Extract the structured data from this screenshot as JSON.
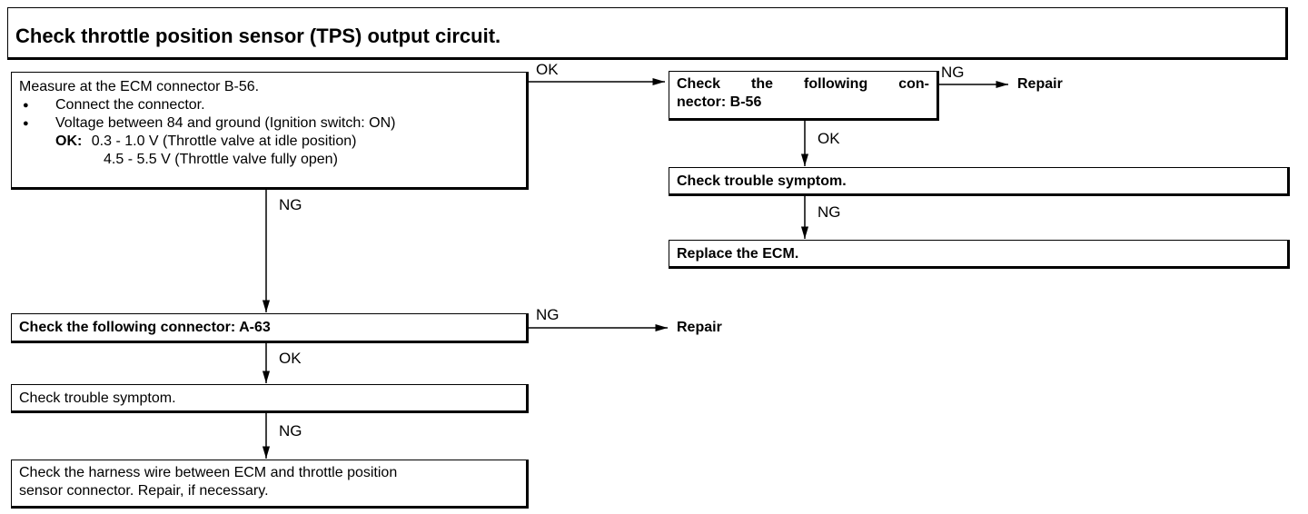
{
  "title": "Check throttle position sensor (TPS) output circuit.",
  "measure": {
    "heading": "Measure at the ECM connector B-56.",
    "bullets": [
      "Connect the connector.",
      "Voltage between 84 and ground (Ignition switch: ON)"
    ],
    "ok_label": "OK:",
    "ok_line1": "0.3 - 1.0 V (Throttle valve at idle position)",
    "ok_line2": "4.5 - 5.5 V (Throttle valve fully open)"
  },
  "right_branch": {
    "check_connector_line1": "Check the following con-",
    "check_connector_line2": "nector: B-56",
    "check_symptom": "Check trouble symptom.",
    "replace": "Replace the ECM."
  },
  "left_branch": {
    "check_connector": "Check the following connector: A-63",
    "check_symptom": "Check trouble symptom.",
    "harness_line1": "Check the harness wire between ECM and throttle position",
    "harness_line2": "sensor connector. Repair, if necessary."
  },
  "labels": {
    "ok_top": "OK",
    "ng_top": "NG",
    "ok_right1": "OK",
    "ng_right2": "NG",
    "ng_left1": "NG",
    "ng_a63": "NG",
    "ok_left2": "OK",
    "ng_left3": "NG"
  },
  "repair_top": "Repair",
  "repair_mid": "Repair"
}
